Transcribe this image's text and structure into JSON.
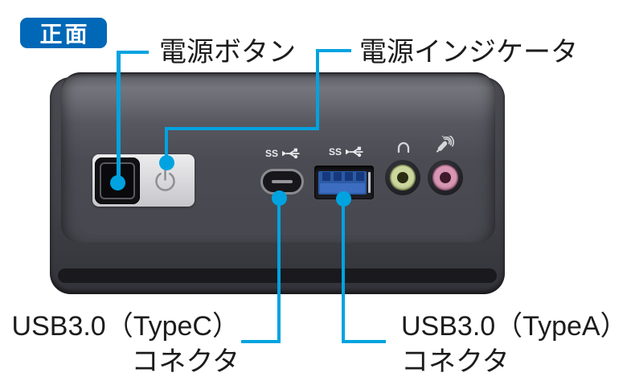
{
  "badge": {
    "label": "正面"
  },
  "labels": {
    "power_button": "電源ボタン",
    "power_indicator": "電源インジケータ",
    "usb_type_c_line1": "USB3.0（TypeC）",
    "usb_type_c_line2": "コネクタ",
    "usb_type_a_line1": "USB3.0（TypeA）",
    "usb_type_a_line2": "コネクタ"
  },
  "device": {
    "superspeed_logo_text": "SS",
    "icons": {
      "power_symbol": "power-standby-symbol",
      "usb_trident": "usb-superspeed-trident",
      "headphone": "headphone-symbol",
      "microphone": "microphone-symbol"
    }
  },
  "colors": {
    "badge_bg": "#0068b7",
    "callout": "#00a3e0",
    "label_text": "#1c1c1c",
    "usb_a_blue": "#2c5aa6",
    "headphone_ring": "#cbd79d",
    "mic_ring": "#d796b4"
  }
}
